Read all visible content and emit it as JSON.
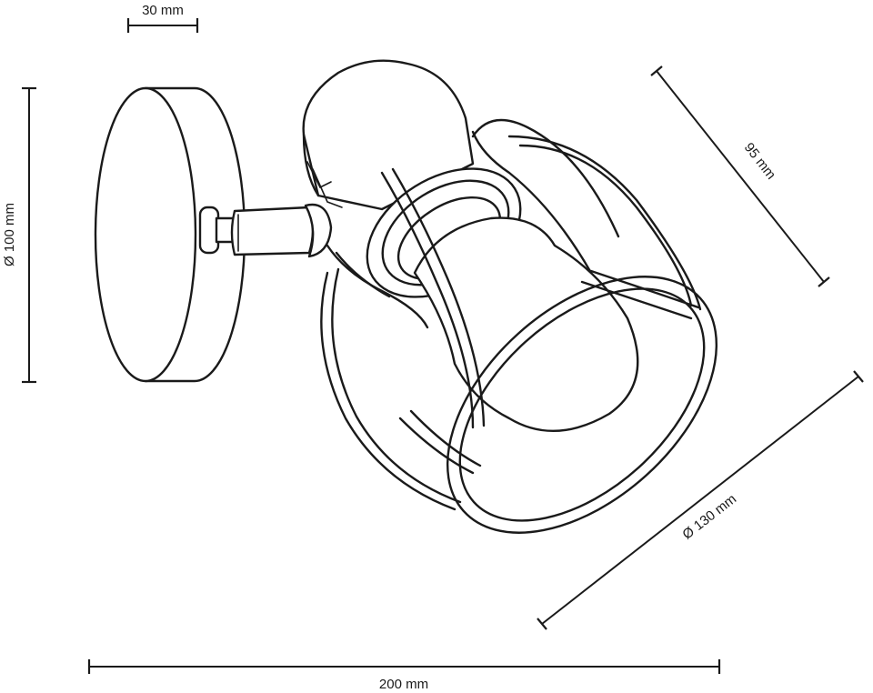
{
  "dimensions": {
    "mount_depth": "30 mm",
    "base_diameter": "Ø 100 mm",
    "shade_depth": "95 mm",
    "shade_diameter": "Ø 130 mm",
    "total_length": "200 mm"
  }
}
